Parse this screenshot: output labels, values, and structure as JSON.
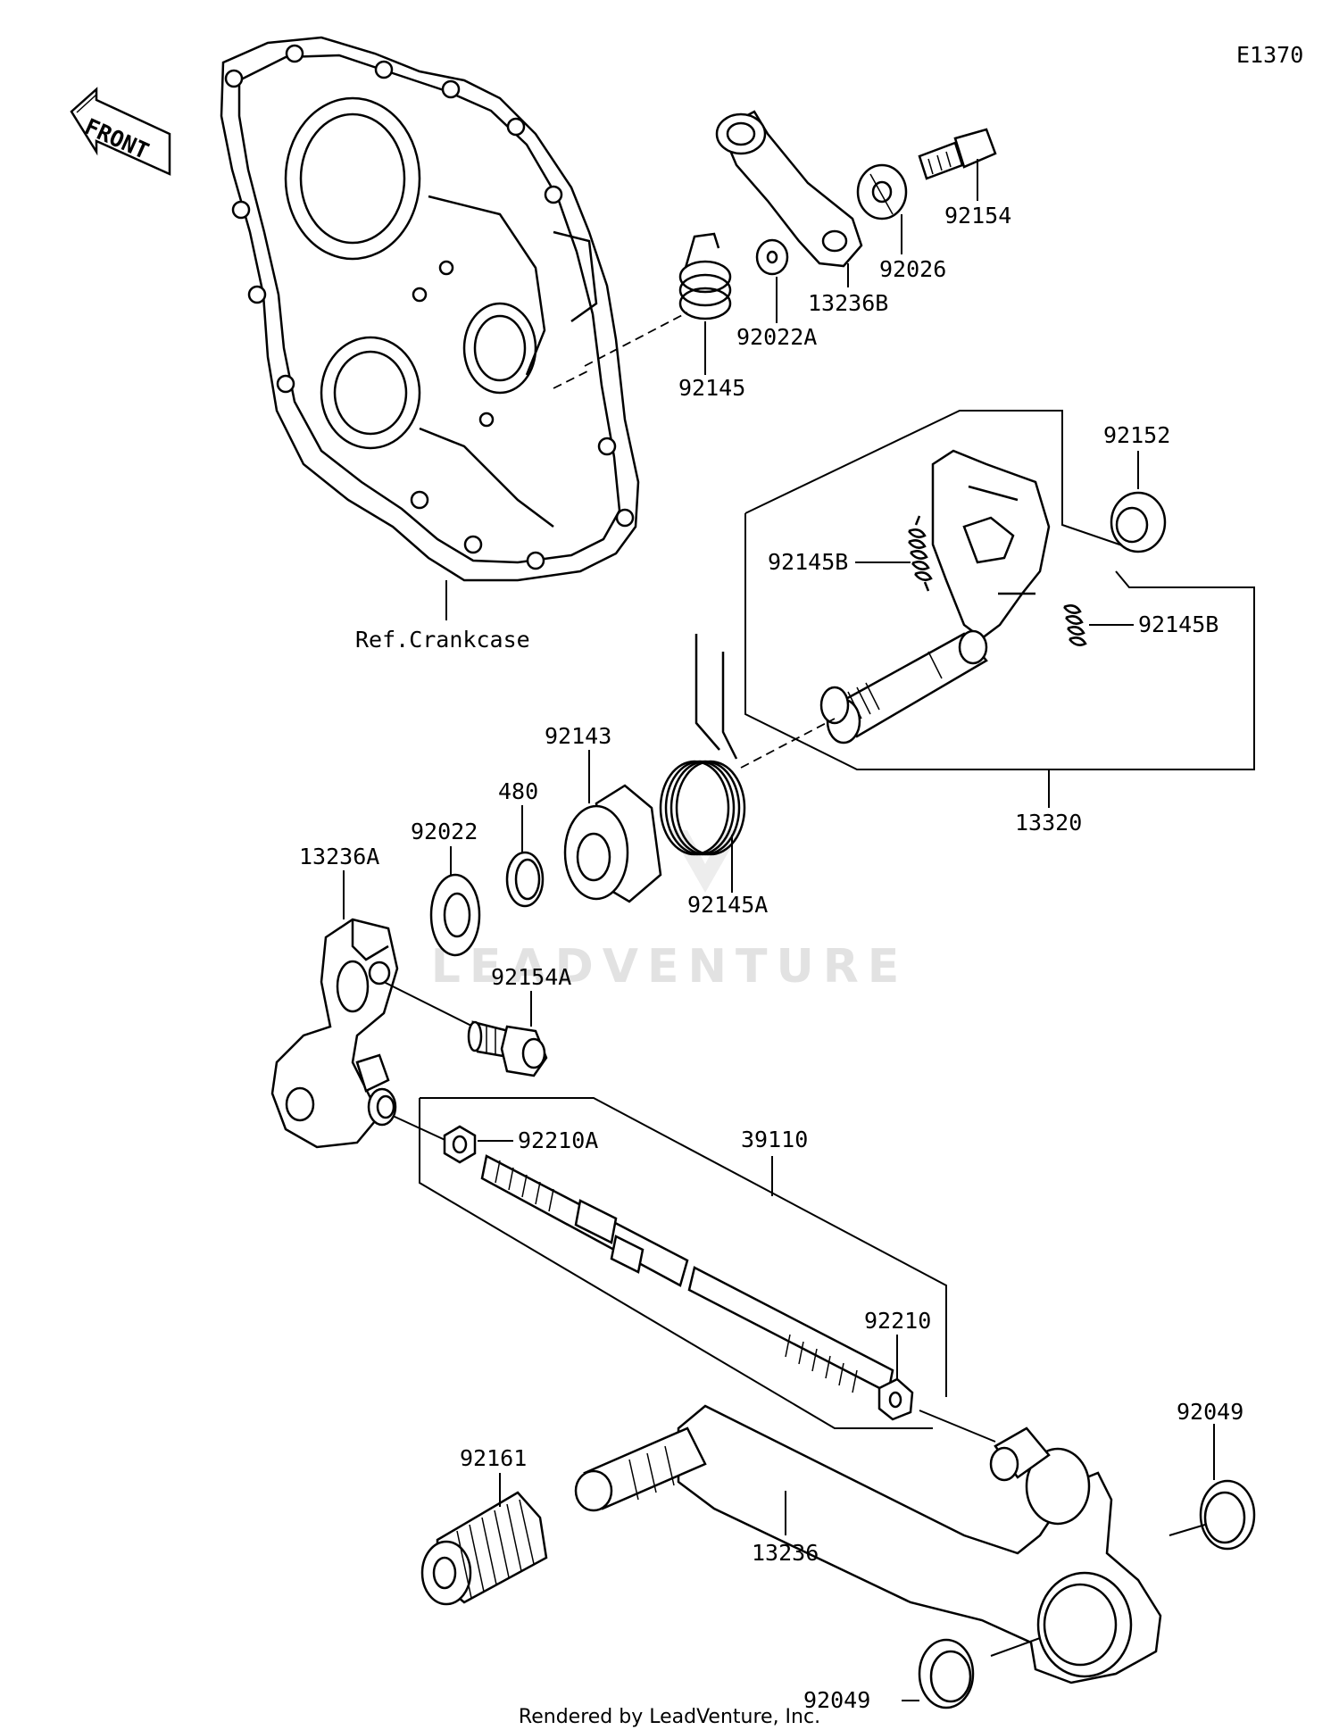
{
  "diagram": {
    "code": "E1370",
    "front_label": "FRONT",
    "ref_label": "Ref.Crankcase",
    "watermark": "LEADVENTURE",
    "footer": "Rendered by LeadVenture, Inc.",
    "callouts": {
      "p92154": "92154",
      "p92026": "92026",
      "p13236B": "13236B",
      "p92022A": "92022A",
      "p92145": "92145",
      "p92152": "92152",
      "p92145B_left": "92145B",
      "p92145B_right": "92145B",
      "p13320": "13320",
      "p92143": "92143",
      "p480": "480",
      "p92022": "92022",
      "p92145A": "92145A",
      "p13236A": "13236A",
      "p92154A": "92154A",
      "p92210A": "92210A",
      "p39110": "39110",
      "p92210": "92210",
      "p92049_top": "92049",
      "p92161": "92161",
      "p13236": "13236",
      "p92049_bottom": "92049"
    }
  }
}
